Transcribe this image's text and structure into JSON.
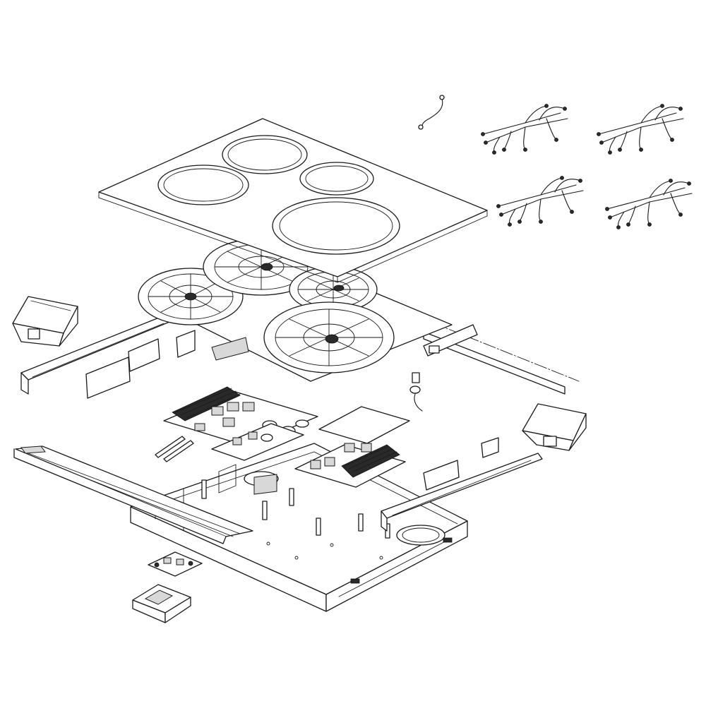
{
  "diagram": {
    "type": "exploded-parts-view",
    "parts": [
      {
        "id": "glass-cooktop",
        "icon": "cooktop-glass-icon"
      },
      {
        "id": "burner-element-left-rear",
        "icon": "ring-icon"
      },
      {
        "id": "burner-element-center-rear",
        "icon": "ring-icon"
      },
      {
        "id": "burner-element-right-rear",
        "icon": "ring-icon"
      },
      {
        "id": "burner-element-right-front",
        "icon": "ring-icon"
      },
      {
        "id": "induction-coil-assembly",
        "icon": "coil-icon"
      },
      {
        "id": "wire-harness",
        "icon": "harness-icon",
        "count": 4
      },
      {
        "id": "sensor-wire",
        "icon": "wire-icon"
      },
      {
        "id": "bracket-box-left",
        "icon": "box-icon"
      },
      {
        "id": "bracket-box-right",
        "icon": "box-icon"
      },
      {
        "id": "side-rail-left",
        "icon": "rail-icon"
      },
      {
        "id": "side-rail-right",
        "icon": "rail-icon"
      },
      {
        "id": "power-board-left",
        "icon": "pcb-icon"
      },
      {
        "id": "power-board-right",
        "icon": "pcb-icon"
      },
      {
        "id": "filter-board",
        "icon": "pcb-icon"
      },
      {
        "id": "insulation-plate",
        "icon": "plate-icon"
      },
      {
        "id": "fan-duct",
        "icon": "fan-icon"
      },
      {
        "id": "spacers",
        "icon": "spacer-icon"
      },
      {
        "id": "thermistor",
        "icon": "sensor-icon"
      },
      {
        "id": "base-chassis",
        "icon": "chassis-icon"
      },
      {
        "id": "control-board",
        "icon": "pcb-icon"
      },
      {
        "id": "control-cover",
        "icon": "cover-icon"
      }
    ]
  }
}
